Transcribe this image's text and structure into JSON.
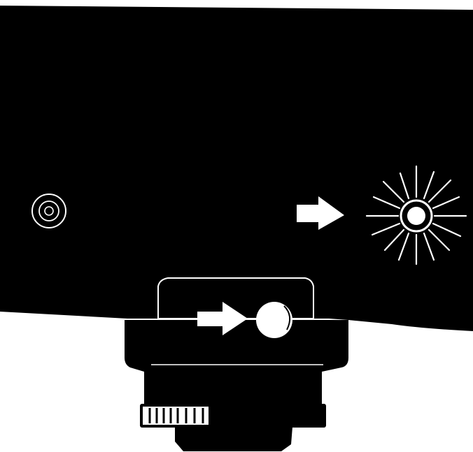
{
  "illustration": {
    "subject": "flash-unit-rear-view",
    "colors": {
      "body": "#000000",
      "line": "#ffffff",
      "background": "#ffffff"
    },
    "indicators": [
      {
        "name": "ready-indicator",
        "state": "off"
      },
      {
        "name": "flash-burst",
        "state": "lit"
      },
      {
        "name": "test-button",
        "state": "pressed"
      }
    ],
    "icons": [
      "arrow-right-icon",
      "arrow-right-icon",
      "flash-burst-icon",
      "ready-light-icon",
      "test-button-icon",
      "lock-wheel-icon"
    ]
  }
}
